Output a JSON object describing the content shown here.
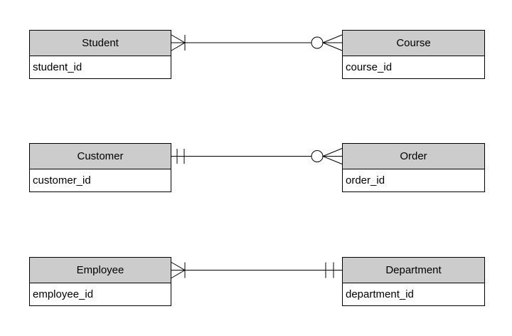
{
  "diagram": {
    "kind": "entity-relationship-diagram",
    "notation": "crow's foot",
    "colors": {
      "header_fill": "#cccccc",
      "body_fill": "#ffffff",
      "border": "#000000",
      "background": "#ffffff"
    },
    "entities": [
      {
        "name": "Student",
        "fields": [
          "student_id"
        ]
      },
      {
        "name": "Course",
        "fields": [
          "course_id"
        ]
      },
      {
        "name": "Customer",
        "fields": [
          "customer_id"
        ]
      },
      {
        "name": "Order",
        "fields": [
          "order_id"
        ]
      },
      {
        "name": "Employee",
        "fields": [
          "employee_id"
        ]
      },
      {
        "name": "Department",
        "fields": [
          "department_id"
        ]
      }
    ],
    "relationships": [
      {
        "from": "Student",
        "to": "Course",
        "from_end_symbol": "one-or-many (bar + crow's foot)",
        "to_end_symbol": "zero-or-many (circle + crow's foot)"
      },
      {
        "from": "Customer",
        "to": "Order",
        "from_end_symbol": "exactly-one (double bar)",
        "to_end_symbol": "zero-or-many (circle + crow's foot)"
      },
      {
        "from": "Employee",
        "to": "Department",
        "from_end_symbol": "one-or-many (bar + crow's foot)",
        "to_end_symbol": "exactly-one (double bar)"
      }
    ]
  }
}
